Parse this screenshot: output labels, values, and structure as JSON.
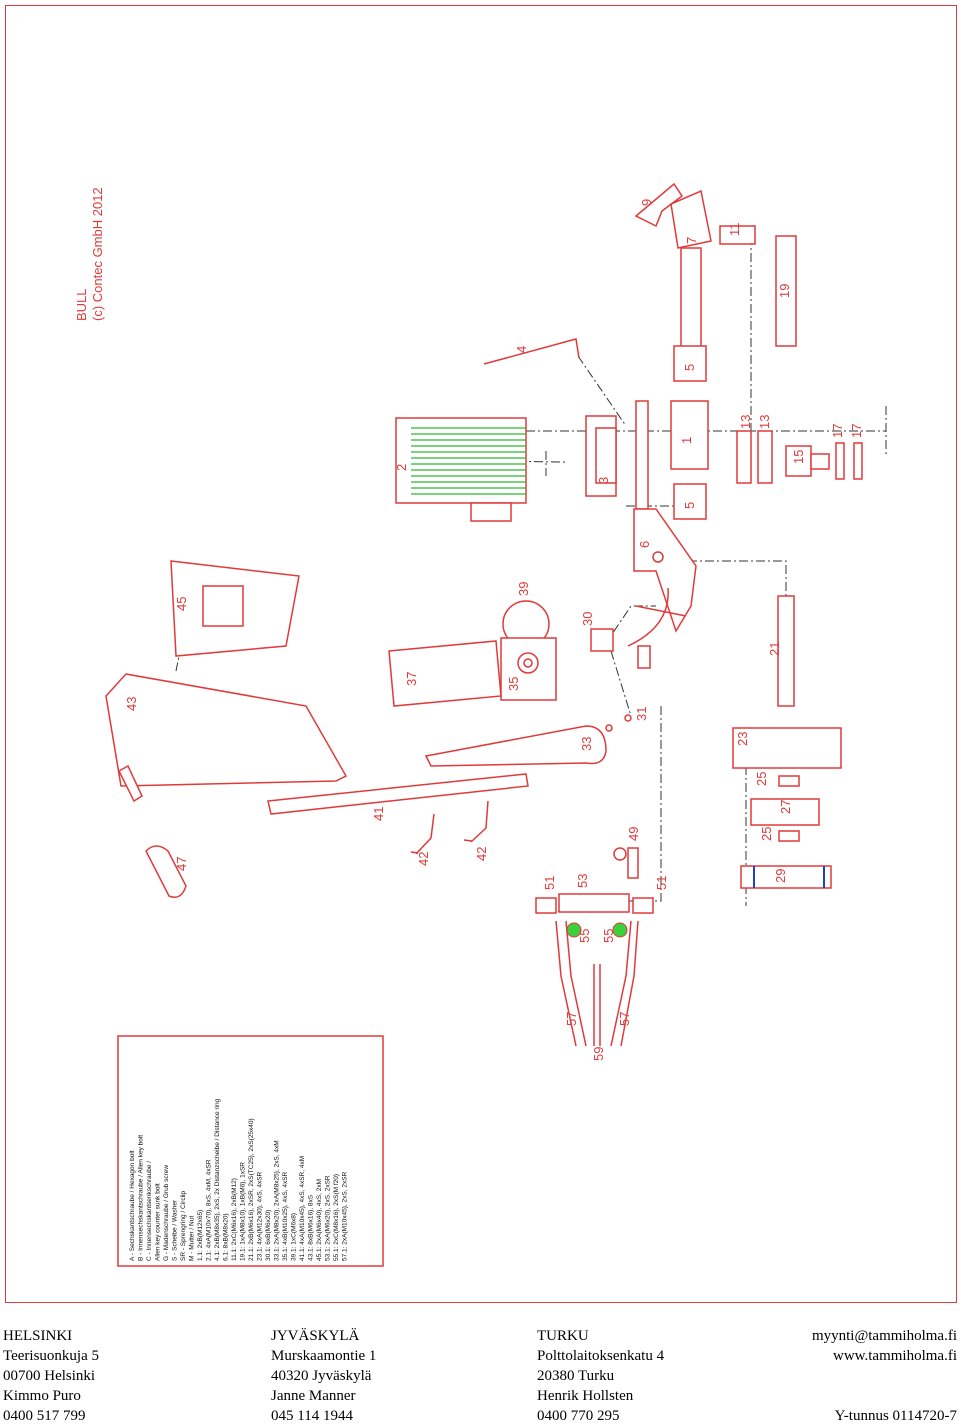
{
  "drawing": {
    "title_lines": [
      "BULL",
      "(c) Contec GmbH 2012"
    ],
    "part_labels": [
      "1",
      "2",
      "3",
      "4",
      "5",
      "5",
      "6",
      "7",
      "9",
      "11",
      "13",
      "13",
      "15",
      "17",
      "17",
      "19",
      "21",
      "23",
      "25",
      "25",
      "27",
      "29",
      "30",
      "31",
      "33",
      "35",
      "37",
      "39",
      "41",
      "42",
      "42",
      "43",
      "45",
      "47",
      "49",
      "51",
      "51",
      "53",
      "55",
      "55",
      "57",
      "57",
      "59"
    ],
    "legend_lines": [
      "A - Sechskantschraube / Hexagon bolt",
      "B - Innensechskantschraube / Allen key bolt",
      "C - Innensechskantsenkschraube /",
      "    Allen key counter sunk bolt",
      "G - Madenschraube / Grub screw",
      "S - Scheibe / Washer",
      "SR - Sprengring / Circlip",
      "M - Mutter / Nut",
      "1.1: 2xB(M12x65)",
      "2.1: 4xA(M10x70), 8xS, 4xM, 4xSR",
      "4.1: 2xB(M8x35), 2xS, 2x Distanzscheibe / Distance ring",
      "6.1: 8xB(M8x20)",
      "11.1: 2xC(M6x16), 2xB(M12)",
      "19.1: 1xA(M8x10), 1xB(M6), 1xSR",
      "21.1: 2xB(M6x16), 2xSR, 2xS(TC25), 2xS(25x40)",
      "23.1: 4xA(M12x30), 4xS, 4xSR",
      "30.1: 6xB(M6x20)",
      "33.1: 2xA(M8x20), 2xA(M8x25), 2xS, 4xM",
      "35.1: 4xB(M10x25), 4xS, 4xSR",
      "39.1: 1xC(M6x8)",
      "41.1: 4xA(M10x45), 4xS, 4xSR, 4xM",
      "43.1: 8xB(M6x16), 8xS",
      "45.1: 2xA(M6x40), 4xS, 2xM",
      "53.1: 2xA(M6x20), 2xS, 2xSR",
      "55.1: 2xC(M8x16), 2xS(M f20)",
      "57.1: 2xA(M10x45), 2xS, 2xSR"
    ]
  },
  "footer": {
    "helsinki": [
      "HELSINKI",
      "Teerisuonkuja 5",
      "00700 Helsinki",
      "Kimmo Puro",
      "0400 517 799"
    ],
    "jyvaskyla": [
      "JYVÄSKYLÄ",
      "Murskaamontie 1",
      "40320 Jyväskylä",
      "Janne Manner",
      "045 114 1944"
    ],
    "turku": [
      "TURKU",
      "Polttolaitoksenkatu 4",
      "20380 Turku",
      "Henrik Hollsten",
      "0400 770 295"
    ],
    "contact": [
      "myynti@tammiholma.fi",
      "www.tammiholma.fi",
      "",
      "",
      "Y-tunnus 0114720-7"
    ]
  }
}
